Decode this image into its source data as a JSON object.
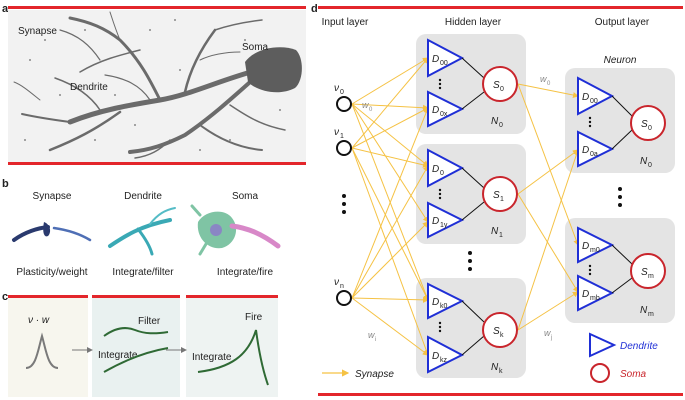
{
  "panels": {
    "a": {
      "letter": "a",
      "labels": {
        "synapse": "Synapse",
        "dendrite": "Dendrite",
        "soma": "Soma"
      }
    },
    "b": {
      "letter": "b",
      "titles": [
        "Synapse",
        "Dendrite",
        "Soma"
      ],
      "captions": [
        "Plasticity/weight",
        "Integrate/filter",
        "Integrate/fire"
      ]
    },
    "c": {
      "letter": "c",
      "formula": "ν · w",
      "filter": "Filter",
      "integrate1": "Integrate",
      "integrate2": "Integrate",
      "fire": "Fire"
    },
    "d": {
      "letter": "d",
      "layers": {
        "input": "Input layer",
        "hidden": "Hidden layer",
        "output": "Output layer"
      },
      "neuron_title": "Neuron",
      "inputs": [
        {
          "base": "ν",
          "sub": "0"
        },
        {
          "base": "ν",
          "sub": "1"
        },
        {
          "base": "ν",
          "sub": "n"
        }
      ],
      "weights": [
        {
          "base": "w",
          "sub": "0"
        },
        {
          "base": "w",
          "sub": "i"
        },
        {
          "base": "w",
          "sub": "0"
        },
        {
          "base": "w",
          "sub": "j"
        }
      ],
      "hidden_blocks": [
        {
          "d_top": "00",
          "d_bot": "0x",
          "soma": "0",
          "n": "0"
        },
        {
          "d_top": "0",
          "d_bot": "1y",
          "soma": "1",
          "n": "1"
        },
        {
          "d_top": "k0",
          "d_bot": "kz",
          "soma": "k",
          "n": "k"
        }
      ],
      "output_blocks": [
        {
          "d_top": "00",
          "d_bot": "0a",
          "soma": "0",
          "n": "0"
        },
        {
          "d_top": "m0",
          "d_bot": "mb",
          "soma": "m",
          "n": "m"
        }
      ],
      "legend": {
        "synapse": "Synapse",
        "dendrite": "Dendrite",
        "soma": "Soma"
      }
    }
  },
  "colors": {
    "red_bar": "#e3262b",
    "synapse_line": "#f5c244",
    "dendrite_blue": "#1f2fd6",
    "soma_red": "#c9252c",
    "panel_gray": "#e4e4e4",
    "curve_green": "#2f6a35"
  }
}
